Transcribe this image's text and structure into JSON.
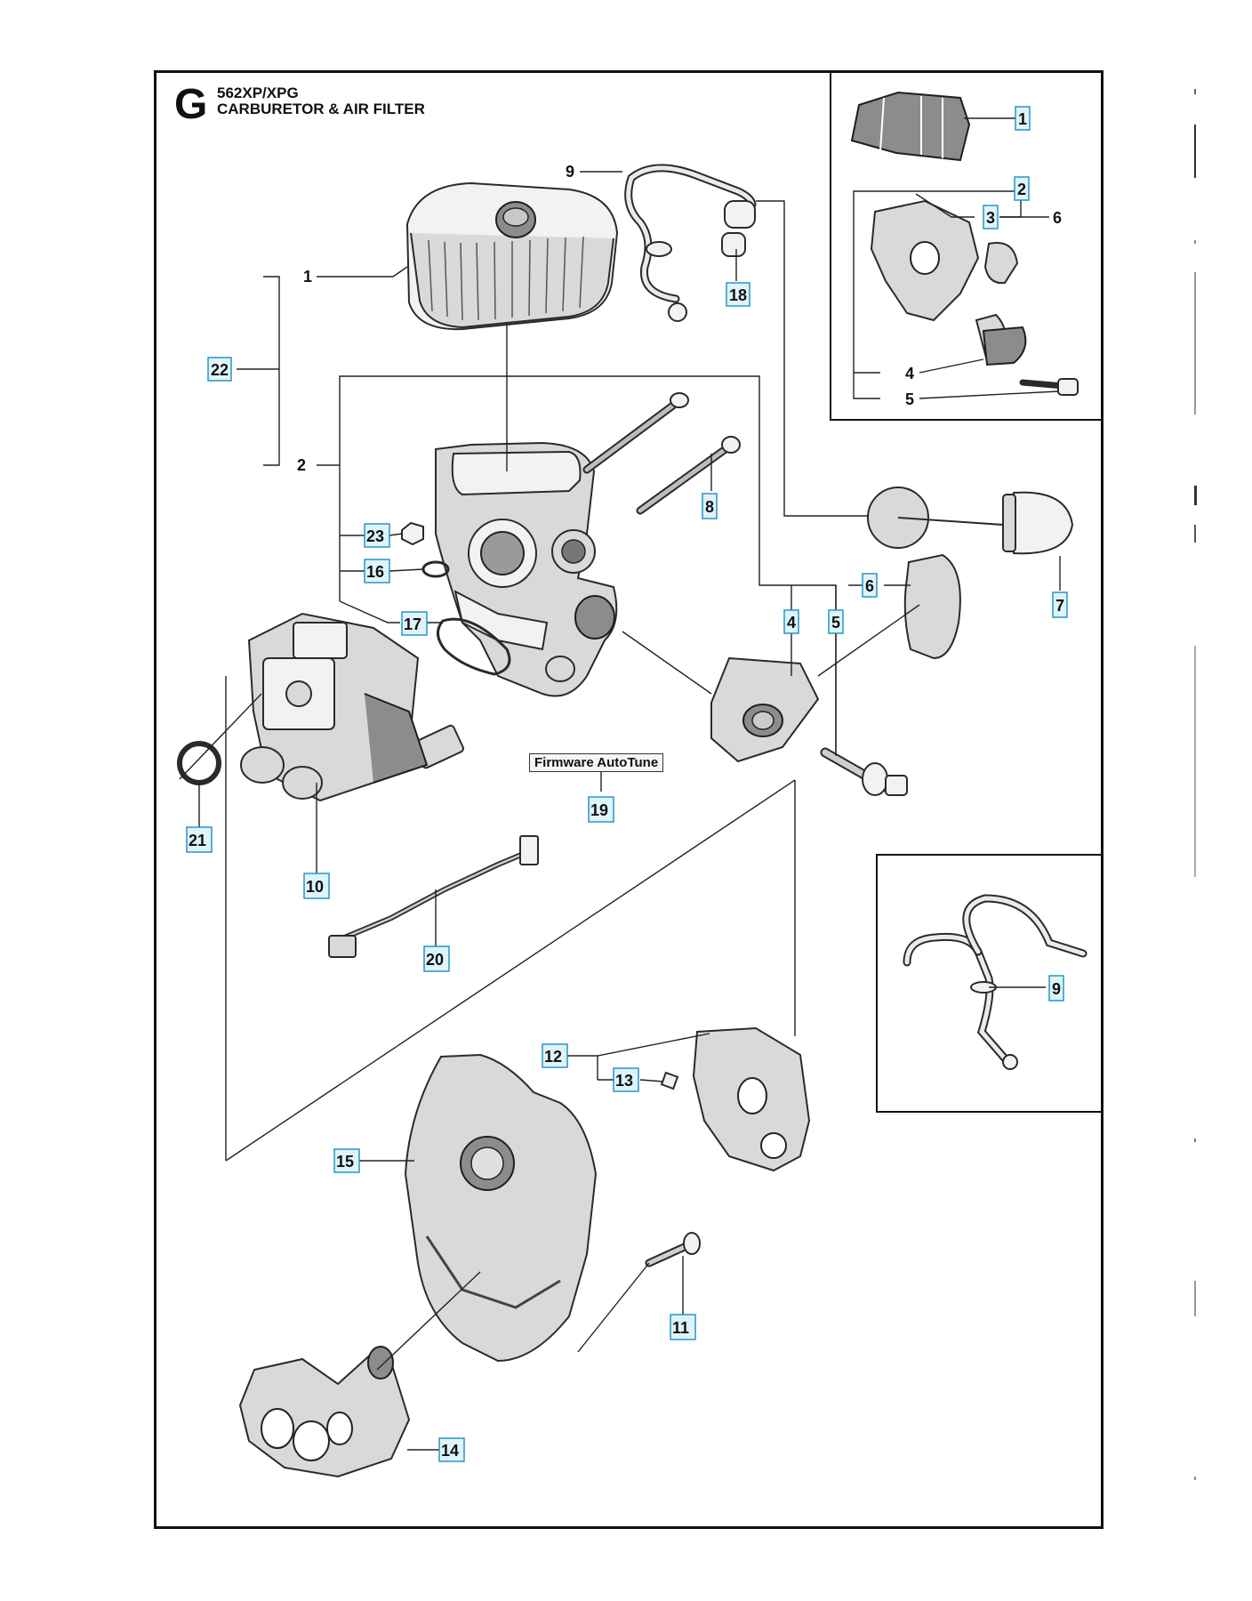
{
  "header": {
    "letter": "G",
    "model": "562XP/XPG",
    "title": "CARBURETOR & AIR FILTER"
  },
  "firmware_label": "Firmware AutoTune",
  "callouts": {
    "c1": "1",
    "c2": "2",
    "c9": "9",
    "c18": "18",
    "c22": "22",
    "c8": "8",
    "c23": "23",
    "c16": "16",
    "c17": "17",
    "c4": "4",
    "c5": "5",
    "c6": "6",
    "c7": "7",
    "c21": "21",
    "c10": "10",
    "c19": "19",
    "c20": "20",
    "c12": "12",
    "c13": "13",
    "c15": "15",
    "c11": "11",
    "c14": "14"
  },
  "inset_top_right": {
    "c1": "1",
    "c2": "2",
    "c3": "3",
    "c6": "6",
    "c4": "4",
    "c5": "5"
  },
  "inset_mid_right": {
    "c9": "9"
  },
  "colors": {
    "callout_fill": "#dff3fb",
    "callout_border": "#1a8fc0",
    "line": "#222222"
  }
}
